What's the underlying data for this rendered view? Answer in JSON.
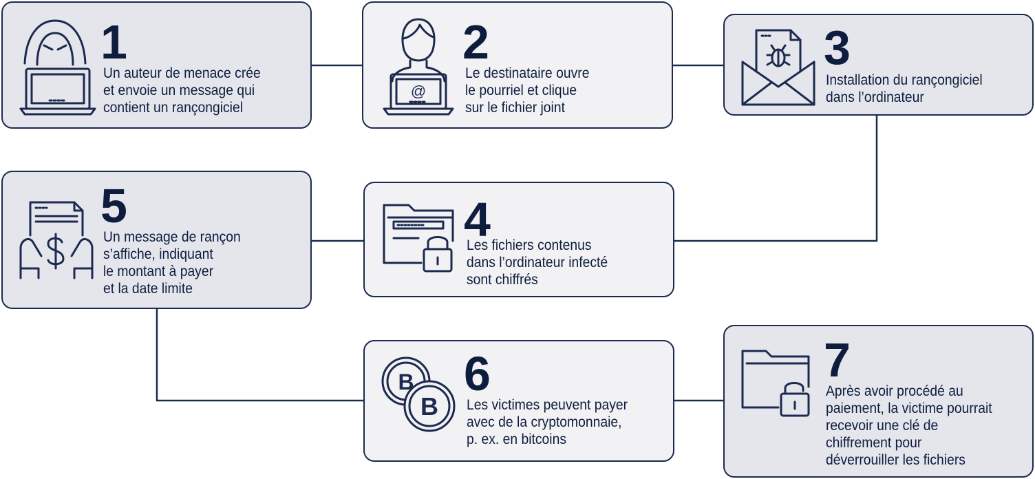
{
  "steps": [
    {
      "number": "1",
      "text": "Un auteur de menace crée\net envoie un message qui\ncontient un rançongiciel",
      "icon": "hacker-laptop-icon"
    },
    {
      "number": "2",
      "text": "Le destinataire ouvre\nle pourriel et clique\nsur le fichier joint",
      "icon": "user-email-laptop-icon"
    },
    {
      "number": "3",
      "text": "Installation du rançongiciel\ndans l’ordinateur",
      "icon": "envelope-bug-icon"
    },
    {
      "number": "4",
      "text": "Les fichiers contenus\ndans l’ordinateur infecté\nsont chiffrés",
      "icon": "locked-folder-icon"
    },
    {
      "number": "5",
      "text": "Un message de rançon\ns’affiche, indiquant\nle montant à payer\net la date limite",
      "icon": "ransom-note-dollar-icon"
    },
    {
      "number": "6",
      "text": "Les victimes peuvent payer\navec de la cryptomonnaie,\np. ex. en bitcoins",
      "icon": "bitcoin-coins-icon"
    },
    {
      "number": "7",
      "text": "Après avoir procédé au\npaiement, la victime pourrait\nrecevoir une clé de\nchiffrement pour\ndéverrouiller les fichiers",
      "icon": "unlocked-folder-icon"
    }
  ],
  "colors": {
    "navy": "#0e1d3e",
    "stroke": "#1b2a4e",
    "box_light": "#f2f2f4",
    "box_dark": "#e4e6ec"
  }
}
